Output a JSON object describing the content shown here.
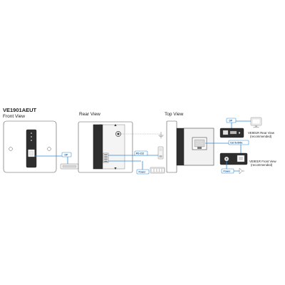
{
  "model": "VE1901AEUT",
  "views": {
    "front": "Front View",
    "rear": "Rear View",
    "top": "Top View"
  },
  "receiver": {
    "rear_caption_line1": "VE901R Rear View",
    "rear_caption_line2": "(recommended)",
    "front_caption_line1": "VE901R Front View",
    "front_caption_line2": "(recommended)"
  },
  "connector_labels": {
    "dp_front": "DP",
    "rs232": "RS-232",
    "power_rear": "Power",
    "cat": "Cat 5e/6/6a",
    "dp_receiver": "DP",
    "power_receiver": "Power"
  },
  "colors": {
    "cable": "#2f8ad6",
    "device_dark": "#2e2e2e",
    "outline": "#555555"
  },
  "icons": [
    "display-port-connector-icon",
    "ground-symbol-icon",
    "serial-device-icon",
    "power-terminal-icon",
    "monitor-icon",
    "power-plug-icon",
    "rj45-port-icon"
  ]
}
